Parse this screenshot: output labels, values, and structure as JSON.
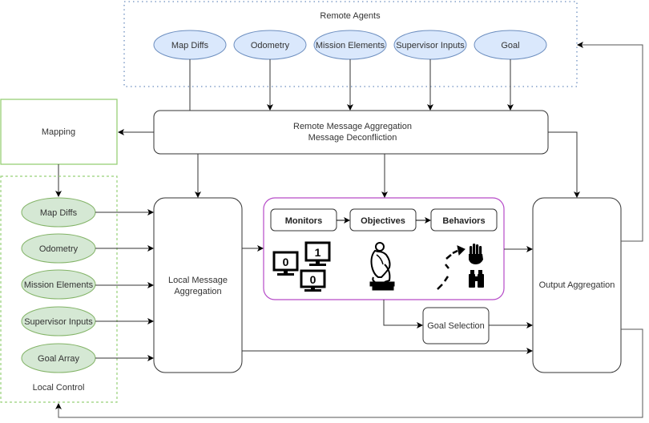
{
  "remote_agents": {
    "title": "Remote Agents",
    "nodes": [
      "Map Diffs",
      "Odometry",
      "Mission Elements",
      "Supervisor Inputs",
      "Goal"
    ],
    "fill": "#dae8fc",
    "stroke": "#6c8ebf"
  },
  "remote_aggregation": {
    "line1": "Remote Message Aggregation",
    "line2": "Message Deconfliction"
  },
  "mapping": {
    "label": "Mapping",
    "stroke": "#97d077"
  },
  "local_control": {
    "title": "Local Control",
    "nodes": [
      "Map Diffs",
      "Odometry",
      "Mission Elements",
      "Supervisor Inputs",
      "Goal Array"
    ],
    "fill": "#d5e8d4",
    "stroke": "#82b366"
  },
  "local_aggregation": {
    "line1": "Local Message",
    "line2": "Aggregation"
  },
  "decision_block": {
    "stroke": "#b64bc8",
    "steps": [
      "Monitors",
      "Objectives",
      "Behaviors"
    ],
    "monitor_values": [
      "0",
      "1",
      "0"
    ],
    "icons": [
      "monitor-icon",
      "thinker-statue-icon",
      "stop-hand-icon",
      "binoculars-icon",
      "dashed-path-arrow-icon"
    ]
  },
  "goal_selection": {
    "label": "Goal Selection"
  },
  "output_aggregation": {
    "label": "Output Aggregation"
  }
}
